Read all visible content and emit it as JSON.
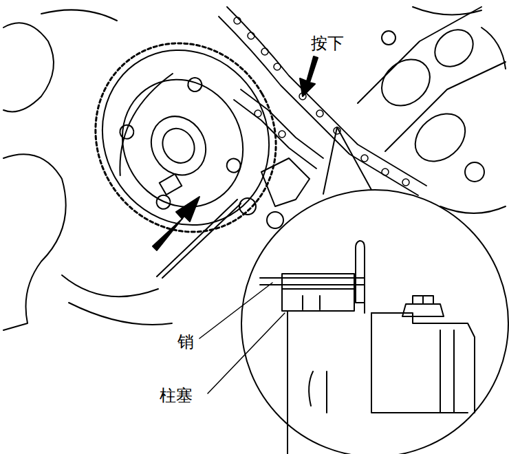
{
  "diagram": {
    "labels": [
      "按下",
      "销",
      "柱塞"
    ]
  }
}
